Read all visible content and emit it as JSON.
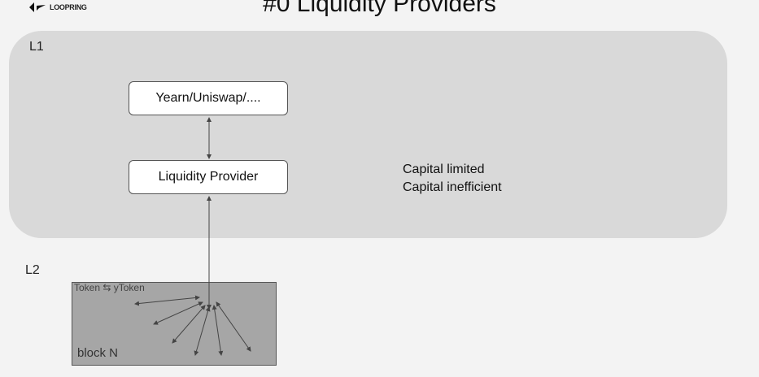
{
  "title": "#0 Liquidity Providers",
  "logo": {
    "text": "LOOPRING"
  },
  "l1": {
    "label": "L1",
    "top_box": "Yearn/Uniswap/....",
    "lp_box": "Liquidity Provider",
    "notes": [
      "Capital limited",
      "Capital inefficient"
    ]
  },
  "l2": {
    "label": "L2",
    "swap_label": "Token ⇆ yToken",
    "block_label": "block N"
  }
}
